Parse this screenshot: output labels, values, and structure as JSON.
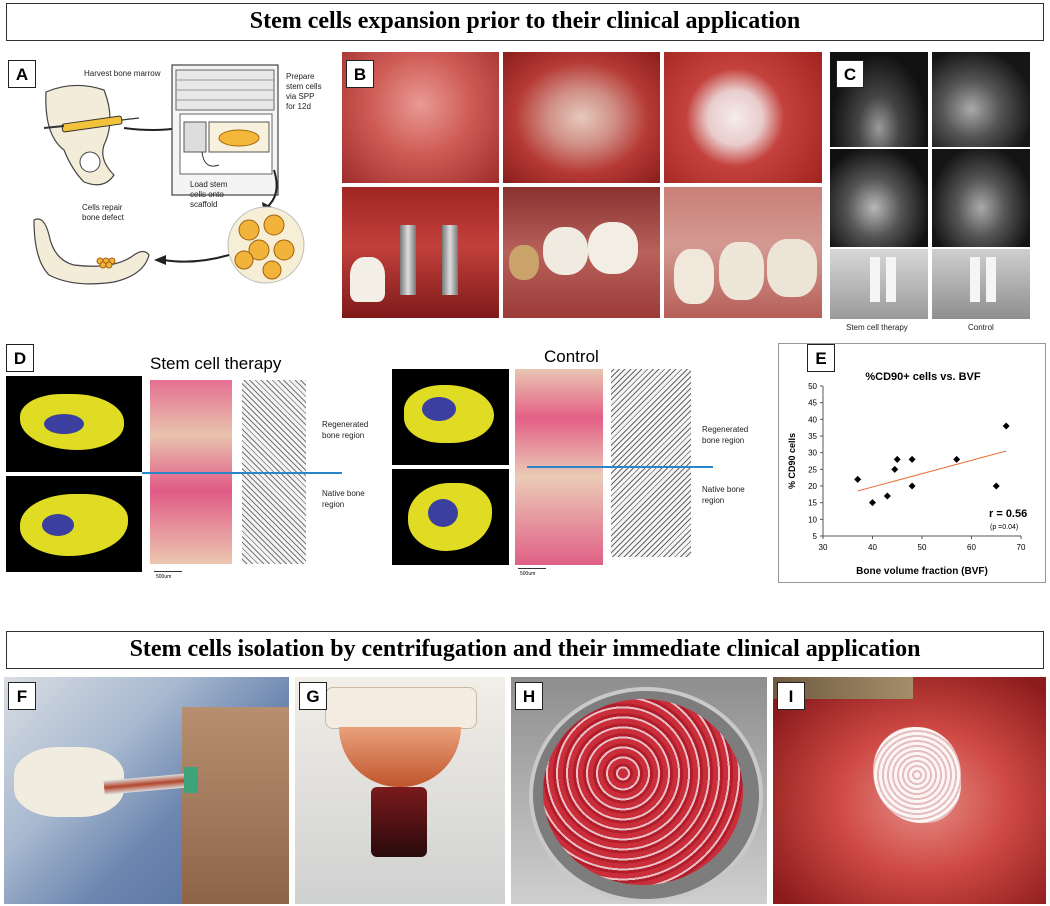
{
  "top_title": "Stem cells expansion prior to their clinical application",
  "bottom_title": "Stem cells isolation by centrifugation and their immediate clinical application",
  "panels": {
    "A": "A",
    "B": "B",
    "C": "C",
    "D": "D",
    "E": "E",
    "F": "F",
    "G": "G",
    "H": "H",
    "I": "I"
  },
  "panel_a": {
    "harvest": "Harvest bone marrow",
    "prepare": "Prepare\nstem cells\nvia SPP\nfor 12d",
    "load": "Load stem\ncells onto\nscaffold",
    "repair": "Cells repair\nbone defect"
  },
  "panel_c": {
    "caption_left": "Stem cell therapy",
    "caption_right": "Control"
  },
  "panel_d": {
    "title_left": "Stem cell therapy",
    "title_right": "Control",
    "regenerated": "Regenerated\nbone region",
    "native": "Native bone\nregion",
    "scale": "500um"
  },
  "chart_data": {
    "type": "scatter",
    "title": "%CD90+ cells vs. BVF",
    "xlabel": "Bone volume fraction (BVF)",
    "ylabel": "% CD90 cells",
    "xlim": [
      30,
      70
    ],
    "ylim": [
      5,
      50
    ],
    "xticks": [
      "30",
      "40",
      "50",
      "60",
      "70"
    ],
    "yticks": [
      "5",
      "10",
      "15",
      "20",
      "25",
      "30",
      "35",
      "40",
      "45",
      "50"
    ],
    "points": [
      {
        "x": 37,
        "y": 22
      },
      {
        "x": 40,
        "y": 15
      },
      {
        "x": 43,
        "y": 17
      },
      {
        "x": 44.5,
        "y": 25
      },
      {
        "x": 45,
        "y": 28
      },
      {
        "x": 48,
        "y": 28
      },
      {
        "x": 48,
        "y": 20
      },
      {
        "x": 57,
        "y": 28
      },
      {
        "x": 65,
        "y": 20
      },
      {
        "x": 67,
        "y": 38
      }
    ],
    "trendline": {
      "x": [
        37,
        67
      ],
      "y": [
        18.5,
        30.5
      ]
    },
    "annotation": "r = 0.56",
    "annotation_sub": "(p =0.04)",
    "marker_color": "#000000",
    "trend_color": "#e8703a"
  }
}
